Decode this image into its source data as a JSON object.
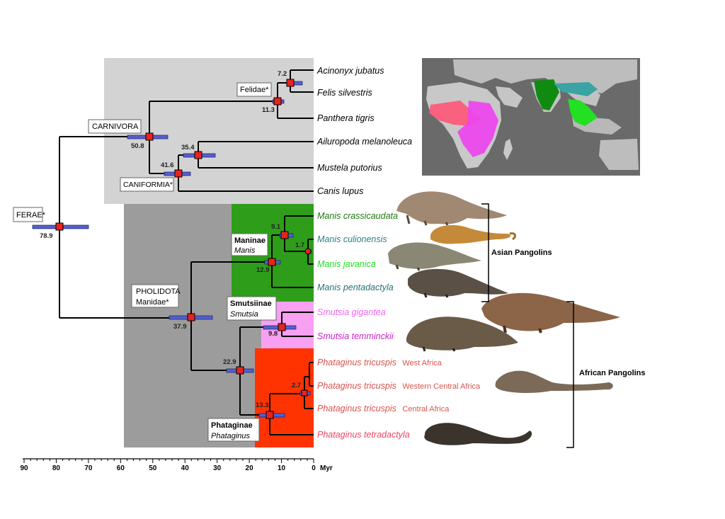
{
  "taxa": {
    "acinonyx": "Acinonyx jubatus",
    "felis": "Felis silvestris",
    "panthera": "Panthera tigris",
    "ailuropoda": "Ailuropoda melanoleuca",
    "mustela": "Mustela putorius",
    "canis": "Canis lupus",
    "m_crassicaudata": "Manis crassicaudata",
    "m_culionensis": "Manis culionensis",
    "m_javanica": "Manis javanica",
    "m_pentadactyla": "Manis pentadactyla",
    "s_gigantea": "Smutsia gigantea",
    "s_temminckii": "Smutsia temminckii",
    "p_tricuspis": "Phataginus tricuspis",
    "west_africa": "West Africa",
    "western_central_africa": "Western Central Africa",
    "central_africa": "Central Africa",
    "p_tetradactyla": "Phataginus tetradactyla"
  },
  "clades": {
    "ferae": "FERAE*",
    "carnivora": "CARNIVORA",
    "felidae": "Felidae*",
    "caniformia": "CANIFORMIA*",
    "pholidota": "PHOLIDOTA",
    "manidae": "Manidae*",
    "maninae": "Maninae",
    "manis": "Manis",
    "smutsiinae": "Smutsiinae",
    "smutsia": "Smutsia",
    "phataginae": "Phataginae",
    "phataginus": "Phataginus"
  },
  "ages": {
    "ferae": "78.9",
    "carnivora": "50.8",
    "felidae": "11.3",
    "felis_acinonyx": "7.2",
    "caniformia": "41.6",
    "ailuropoda_mustela": "35.4",
    "pholidota": "37.9",
    "maninae": "12.9",
    "manis_inner": "9.1",
    "manis_javanica_culionensis": "1.7",
    "smutsiinae": "9.8",
    "africa": "22.9",
    "phataginae": "13.3",
    "tricuspis": "2.7"
  },
  "groups": {
    "asian": "Asian Pangolins",
    "african": "African Pangolins"
  },
  "axis": {
    "unit": "Myr",
    "ticks": [
      "90",
      "80",
      "70",
      "60",
      "50",
      "40",
      "30",
      "20",
      "10",
      "0"
    ]
  },
  "colors": {
    "carnivora_box": "#d3d3d3",
    "pholidota_box": "#9c9c9c",
    "maninae_box": "#2e9e1a",
    "smutsiinae_box": "#f8a0f2",
    "phataginae_box": "#ff3300",
    "node": "#e8231e",
    "ci_bar": "#5560cc",
    "m_crassicaudata": "#1d7a0e",
    "m_culionensis": "#2f7e7e",
    "m_javanica": "#22dd22",
    "m_pentadactyla": "#2a7070",
    "smutsia_text": "#ee66ee",
    "smutsia_temminckii_text": "#cc22cc",
    "phataginus_text": "#d9534f",
    "p_tetradactyla_text": "#ee4466"
  }
}
